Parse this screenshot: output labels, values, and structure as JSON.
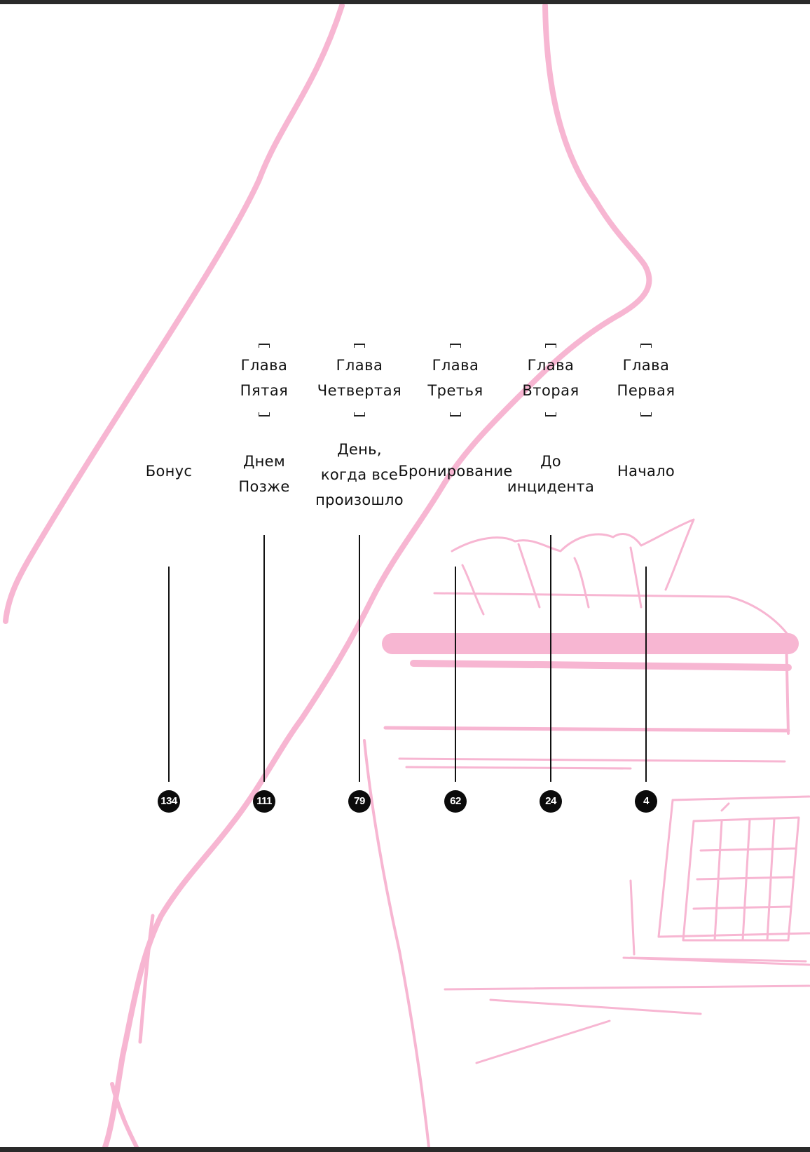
{
  "colors": {
    "sketch_line": "#f7b6d2",
    "ink": "#111111",
    "badge_fill": "#0b0b0b",
    "badge_text": "#ffffff",
    "frame": "#2a2a2a"
  },
  "toc": {
    "chapters": [
      {
        "title": "Бонус",
        "page": "134"
      },
      {
        "label": "Глава",
        "number": "Пятая",
        "title": "Днем\nПозже",
        "page": "111"
      },
      {
        "label": "Глава",
        "number": "Четвертая",
        "title": "День,\nкогда все\nпроизошло",
        "page": "79"
      },
      {
        "label": "Глава",
        "number": "Третья",
        "title": "Бронирование",
        "page": "62"
      },
      {
        "label": "Глава",
        "number": "Вторая",
        "title": "До\nинцидента",
        "page": "24"
      },
      {
        "label": "Глава",
        "number": "Первая",
        "title": "Начало",
        "page": "4"
      }
    ]
  }
}
